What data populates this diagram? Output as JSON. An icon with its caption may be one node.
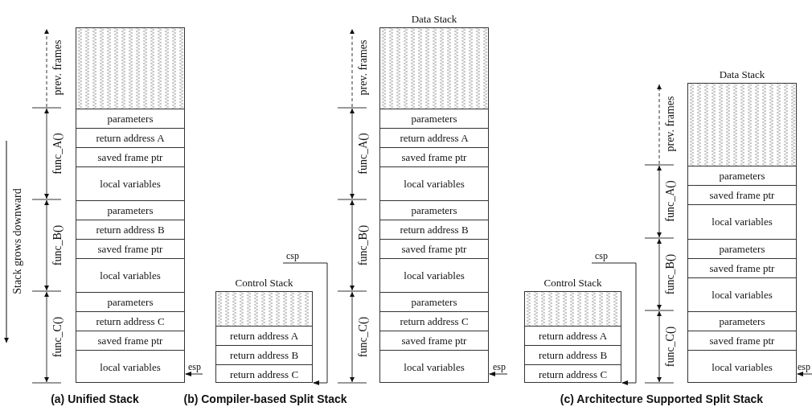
{
  "diagram": {
    "nodes": [
      {
        "text": [],
        "shape": "box"
      },
      {
        "text": [],
        "shape": "box",
        "in": 0
      },
      {
        "text": [
          "parameters"
        ],
        "in": 0
      },
      {
        "text": [
          "return address A"
        ],
        "in": 0
      },
      {
        "text": [
          "saved frame ptr"
        ],
        "in": 0
      },
      {
        "text": [
          "local variables"
        ],
        "in": 0
      },
      {
        "text": [
          "parameters"
        ],
        "in": 0
      },
      {
        "text": [
          "return address B"
        ],
        "in": 0
      },
      {
        "text": [
          "saved frame ptr"
        ],
        "in": 0
      },
      {
        "text": [
          "local variables"
        ],
        "in": 0
      },
      {
        "text": [
          "parameters"
        ],
        "in": 0
      },
      {
        "text": [
          "return address C"
        ],
        "in": 0
      },
      {
        "text": [
          "saved frame ptr"
        ],
        "in": 0
      },
      {
        "text": [
          "local variables"
        ],
        "in": 0
      },
      {
        "text": [
          "esp"
        ]
      },
      {
        "text": [
          "Control Stack"
        ]
      },
      {
        "text": [],
        "shape": "box",
        "in": 15
      },
      {
        "text": [
          "return address A"
        ],
        "in": 15
      },
      {
        "text": [
          "return address B"
        ],
        "in": 15
      },
      {
        "text": [
          "return address C"
        ],
        "in": 15
      },
      {
        "text": [
          "csp"
        ]
      },
      {
        "text": [
          "Data Stack"
        ]
      },
      {
        "text": [],
        "shape": "box",
        "in": 21
      },
      {
        "text": [
          "parameters"
        ],
        "in": 21
      },
      {
        "text": [
          "return address A"
        ],
        "in": 21
      },
      {
        "text": [
          "saved frame ptr"
        ],
        "in": 21
      },
      {
        "text": [
          "local variables"
        ],
        "in": 21
      },
      {
        "text": [
          "parameters"
        ],
        "in": 21
      },
      {
        "text": [
          "return address B"
        ],
        "in": 21
      },
      {
        "text": [
          "saved frame ptr"
        ],
        "in": 21
      },
      {
        "text": [
          "local variables"
        ],
        "in": 21
      },
      {
        "text": [
          "parameters"
        ],
        "in": 21
      },
      {
        "text": [
          "return address C"
        ],
        "in": 21
      },
      {
        "text": [
          "saved frame ptr"
        ],
        "in": 21
      },
      {
        "text": [
          "local variables"
        ],
        "in": 21
      },
      {
        "text": [
          "esp"
        ]
      },
      {
        "text": [
          "Control Stack"
        ]
      },
      {
        "text": [],
        "shape": "box",
        "in": 36
      },
      {
        "text": [
          "return address A"
        ],
        "in": 36
      },
      {
        "text": [
          "return address B"
        ],
        "in": 36
      },
      {
        "text": [
          "return address C"
        ],
        "in": 36
      },
      {
        "text": [
          "csp"
        ]
      },
      {
        "text": [
          "Data Stack"
        ]
      },
      {
        "text": [],
        "shape": "box",
        "in": 42
      },
      {
        "text": [
          "parameters"
        ],
        "in": 42
      },
      {
        "text": [
          "saved frame ptr"
        ],
        "in": 42
      },
      {
        "text": [
          "local variables"
        ],
        "in": 42
      },
      {
        "text": [
          "parameters"
        ],
        "in": 42
      },
      {
        "text": [
          "saved frame ptr"
        ],
        "in": 42
      },
      {
        "text": [
          "local variables"
        ],
        "in": 42
      },
      {
        "text": [
          "parameters"
        ],
        "in": 42
      },
      {
        "text": [
          "saved frame ptr"
        ],
        "in": 42
      },
      {
        "text": [
          "local variables"
        ],
        "in": 42
      },
      {
        "text": [
          "esp"
        ]
      }
    ],
    "edges": [
      {
        "from": 14,
        "to": 13,
        "arrow": "to"
      },
      {
        "from": 20,
        "to": 19,
        "arrow": "to"
      },
      {
        "from": 35,
        "to": 34,
        "arrow": "to"
      },
      {
        "from": 41,
        "to": 40,
        "arrow": "to"
      },
      {
        "from": 53,
        "to": 52,
        "arrow": "to"
      }
    ],
    "labels": [
      "Stack grows downward",
      "prev. frames",
      "func_A()",
      "func_B()",
      "func_C()",
      "prev. frames",
      "func_A()",
      "func_B()",
      "func_C()",
      "prev. frames",
      "func_A()",
      "func_B()",
      "func_C()",
      "(a) Unified Stack",
      "(b) Compiler-based Split Stack",
      "(c) Architecture Supported Split Stack"
    ]
  }
}
